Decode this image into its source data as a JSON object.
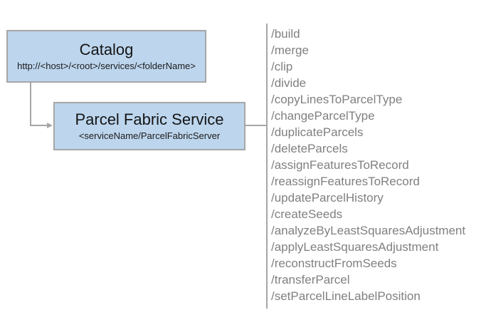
{
  "diagram": {
    "catalog_node": {
      "title": "Catalog",
      "subtitle": "http://<host>/<root>/services/<folderName>"
    },
    "service_node": {
      "title": "Parcel Fabric Service",
      "subtitle": "<serviceName/ParcelFabricServer"
    },
    "operations": [
      "/build",
      "/merge",
      "/clip",
      "/divide",
      "/copyLinesToParcelType",
      "/changeParcelType",
      "/duplicateParcels",
      "/deleteParcels",
      "/assignFeaturesToRecord",
      "/reassignFeaturesToRecord",
      "/updateParcelHistory",
      "/createSeeds",
      "/analyzeByLeastSquaresAdjustment",
      "/applyLeastSquaresAdjustment",
      "/reconstructFromSeeds",
      "/transferParcel",
      "/setParcelLineLabelPosition"
    ],
    "colors": {
      "node_fill": "#bdd6ee",
      "node_border": "#a6a6a6",
      "connector": "#a6a6a6",
      "operation_text": "#808080",
      "title_text": "#151515"
    }
  }
}
